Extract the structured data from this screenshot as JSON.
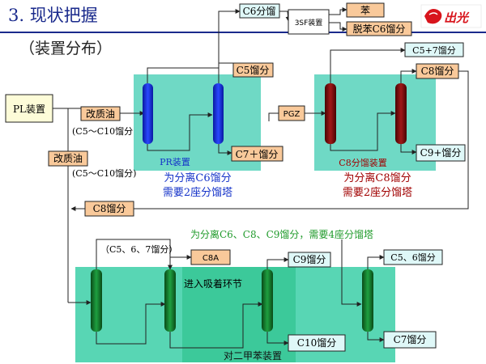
{
  "slide": {
    "title": "3. 现状把握",
    "subtitle": "（装置分布）",
    "logo_text": "出光"
  },
  "labels": {
    "pl_unit": "PL装置",
    "reformate_1": "改质油",
    "reformate_1_range": "(C5～C10馏分",
    "reformate_2": "改质油",
    "reformate_2_range": "(C5～C10馏分)",
    "pr_unit": "PR装置",
    "pr_note_1": "为分离C6馏分",
    "pr_note_2": "需要2座分馏塔",
    "c6_fraction": "C6分馏",
    "sf3_unit": "3SF装置",
    "benzene": "苯",
    "debenzene_c6": "脱苯C6馏分",
    "c5_fraction_top": "C5馏分",
    "c7plus": "C7＋馏分",
    "pgz": "PGZ",
    "c5c7_fraction": "C5+7馏分",
    "c8_fraction_right": "C8馏分",
    "c9plus": "C9+馏分",
    "c8_unit": "C8分馏装置",
    "c8_note_1": "为分离C8馏分",
    "c8_note_2": "需要2座分馏塔",
    "c8_fraction_mid": "C8馏分",
    "four_tower_note": "为分离C6、C8、C9馏分，需要4座分馏塔",
    "c567_fraction": "（C5、6、7馏分）",
    "c8a": "C8A",
    "to_adsorption": "进入吸着环节",
    "c9_fraction": "C9馏分",
    "c56_fraction": "C5、6馏分",
    "c10_fraction": "C10馏分",
    "c7_fraction": "C7馏分",
    "px_unit": "对二甲苯装置"
  },
  "colors": {
    "title_blue": "#1a2a8c",
    "pr_zone": "#6fd9c5",
    "c8_zone": "#6fd9c5",
    "bottom_zone": "#58d6b4",
    "px_zone": "#3cc99a",
    "tower_blue": "#1028d8",
    "tower_red": "#7a0a0a",
    "tower_green": "#127a2a",
    "box_orange": "#f9c99a",
    "box_cyan": "#dff8f8",
    "box_yellow": "#fdfcd8",
    "note_blue": "#1533c9",
    "note_red": "#a00000",
    "note_green": "#1f9a2a"
  }
}
